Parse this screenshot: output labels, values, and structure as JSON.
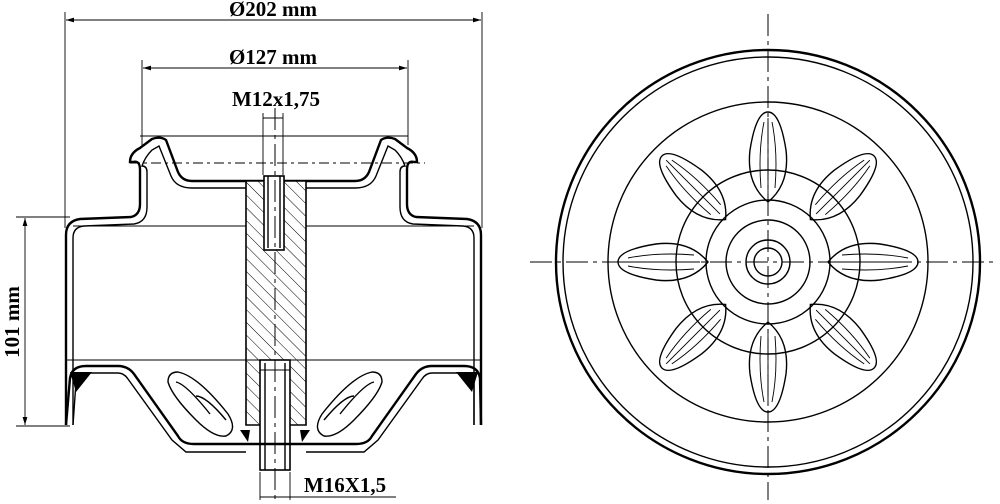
{
  "dimensions": {
    "outer_diameter": "Ø202 mm",
    "inner_diameter": "Ø127 mm",
    "top_thread": "M12x1,75",
    "bottom_thread": "M16X1,5",
    "height": "101 mm"
  },
  "front_view": {
    "rosette_petals": 8
  }
}
